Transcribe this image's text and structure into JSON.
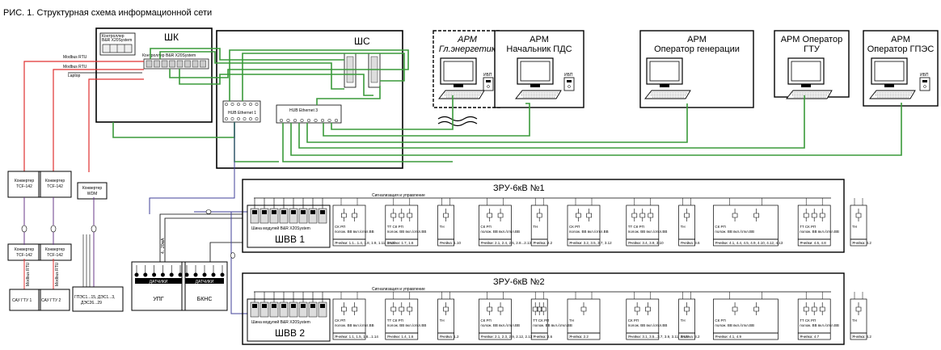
{
  "caption": "РИС. 1. Структурная схема информационной сети",
  "shk": {
    "title": "ШК",
    "ctrl_box_label": [
      "Контроллер",
      "B&R X20System"
    ],
    "ctrl_label": "Контроллер B&R X20System",
    "modbus1": "Modbus RTU",
    "modbus2": "Modbus RTU",
    "laptop": "Laptop"
  },
  "shs": {
    "title": "ШС",
    "hub1": "HUB Ethernet 1",
    "hub3": "HUB Ethernet 3"
  },
  "arm": [
    {
      "l1": "АРМ",
      "l2": "Гл.энергетик",
      "ups": "ИБП"
    },
    {
      "l1": "АРМ",
      "l2": "Начальник ПДС",
      "ups": "ИБП"
    },
    {
      "l1": "АРМ",
      "l2": "Оператор генерации",
      "ups": ""
    },
    {
      "l1": "АРМ Оператор",
      "l2": "ГТУ",
      "ups": ""
    },
    {
      "l1": "АРМ",
      "l2": "Оператор ГПЭС",
      "ups": "ИБП"
    }
  ],
  "converters": [
    {
      "l1": "Конвертер",
      "l2": "TCF-142"
    },
    {
      "l1": "Конвертер",
      "l2": "TCF-142"
    },
    {
      "l1": "Конвертер",
      "l2": "WDM"
    },
    {
      "l1": "Конвертер",
      "l2": "TCF-142"
    },
    {
      "l1": "Конвертер",
      "l2": "TCF-142"
    }
  ],
  "bottom_left": {
    "sau1": "САУ ГТУ 1",
    "sau2": "САУ ГТУ 2",
    "gpzs": [
      "ГПЭС1...15, ДЭС1...3,",
      "ДЭС26...29"
    ],
    "modbus_v1": "Modbus RTU",
    "modbus_v2": "Modbus RTU",
    "current": "4...20мА"
  },
  "sensors": [
    {
      "title": "ДАТЧИКИ",
      "name": "УПГ"
    },
    {
      "title": "ДАТЧИКИ",
      "name": "БКНС"
    }
  ],
  "zru": [
    {
      "title": "ЗРУ-6кВ №1",
      "signal": "Сигнализация и управление",
      "bus": "Шина модулей B&R X20System",
      "shvv": "ШВВ 1",
      "cells": [
        {
          "top": "СК        РП",
          "sub": "полож. ВВ   вкл./откл.ВВ",
          "cells": "Ячейки: 1.1...1.4, 1.8, 1.9, 1.11, 1.12"
        },
        {
          "top": "ТТ СК    РП",
          "sub": "полож. ВВ  вкл./откл.ВВ",
          "cells": "Ячейки: 1.7, 1.6"
        },
        {
          "top": "ТН",
          "sub": "",
          "cells": "Ячейка: 1.10"
        },
        {
          "top": "СК        РП",
          "sub": "полож. ВВ   вкл./откл.ВВ",
          "cells": "Ячейки: 2.1, 2.4, 2.5, 2.8...2.13"
        },
        {
          "top": "ТН",
          "sub": "",
          "cells": "Ячейка: 2.2"
        },
        {
          "top": "СК        РП",
          "sub": "полож. ВВ   вкл./откл.ВВ",
          "cells": "Ячейки: 3.2, 3.5, 3.7, 3.12"
        },
        {
          "top": "ТТ СК    РП",
          "sub": "полож. ВВ  вкл./откл.ВВ",
          "cells": "Ячейки: 3.4, 3.9, 3.10"
        },
        {
          "top": "ТН",
          "sub": "",
          "cells": "Ячейка: 3.6"
        },
        {
          "top": "СК           РП",
          "sub": "полож. ВВ      вкл./откл.ВВ",
          "cells": "Ячейки: 4.1, 4.4, 4.5, 4.9, 4.10, 4.12, 4.13"
        },
        {
          "top": "ТТ СК    РП",
          "sub": "полож. ВВ  вкл./откл.ВВ",
          "cells": "Ячейки: 4.6, 4.8"
        },
        {
          "top": "ТН",
          "sub": "",
          "cells": "Ячейка: 4.2"
        }
      ]
    },
    {
      "title": "ЗРУ-6кВ №2",
      "signal": "Сигнализация и управление",
      "bus": "Шина модулей B&R X20System",
      "shvv": "ШВВ 2",
      "cells": [
        {
          "top": "СК        РП",
          "sub": "полож. ВВ   вкл./откл.ВВ",
          "cells": "Ячейки: 1.1, 1.5, 1.8...1.14"
        },
        {
          "top": "ТТ СК    РП",
          "sub": "полож. ВВ  вкл./откл.ВВ",
          "cells": "Ячейки: 1.4, 1.6"
        },
        {
          "top": "ТН",
          "sub": "",
          "cells": "Ячейка: 1.2"
        },
        {
          "top": "СК        РП",
          "sub": "полож. ВВ   вкл./откл.ВВ",
          "cells": "Ячейки: 2.1, 2.3, 2.9, 2.12, 2.13"
        },
        {
          "top": "ТТ СК    РП",
          "sub": "полож. ВВ  вкл./откл.ВВ",
          "cells": "Ячейка: 2.6"
        },
        {
          "top": "ТН",
          "sub": "",
          "cells": "Ячейка: 2.2"
        },
        {
          "top": "СК           РП",
          "sub": "полож. ВВ      вкл./откл.ВВ",
          "cells": "Ячейки: 3.1, 3.5...3.7, 3.9, 3.11, 3.12"
        },
        {
          "top": "ТН",
          "sub": "",
          "cells": "Ячейка: 3.2"
        },
        {
          "top": "СК        РП",
          "sub": "полож. ВВ   вкл./откл.ВВ",
          "cells": "Ячейки: 4.1, 4.9"
        },
        {
          "top": "ТТ СК    РП",
          "sub": "полож. ВВ  вкл./откл.ВВ",
          "cells": "Ячейка: 4.7"
        },
        {
          "top": "ТН",
          "sub": "",
          "cells": "Ячейка: 4.2"
        }
      ]
    }
  ],
  "colors": {
    "ethernet": "#3a9a3a",
    "modbus": "#e03030",
    "optic": "#404098",
    "line": "#000000"
  }
}
